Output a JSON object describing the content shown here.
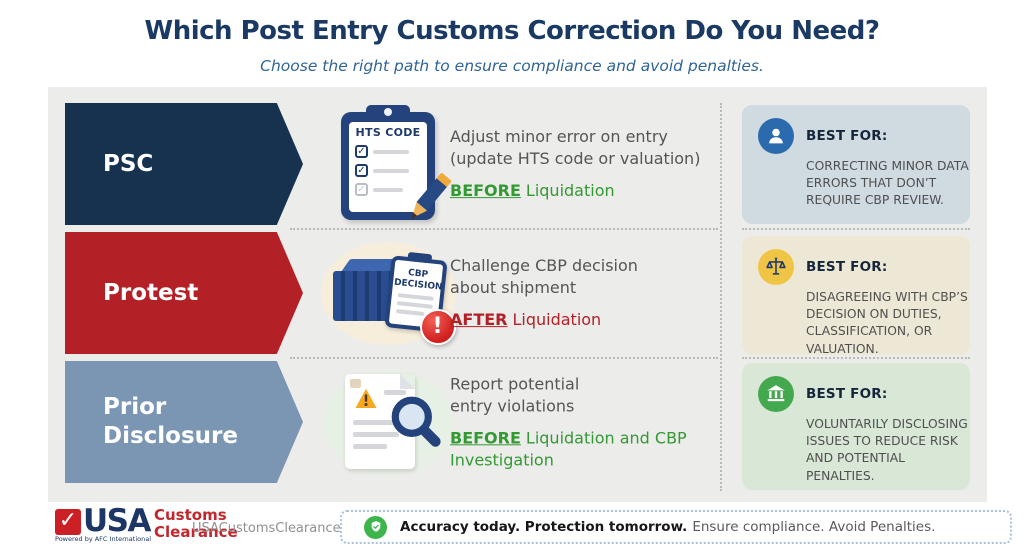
{
  "header": {
    "title": "Which Post Entry Customs Correction Do You Need?",
    "subtitle": "Choose the right path to ensure compliance and avoid penalties."
  },
  "colors": {
    "title_navy": "#1a3a63",
    "subtitle_blue": "#2f6496",
    "panel_gray": "#ececeb",
    "green_text": "#339933",
    "red_text": "#b32025"
  },
  "rows": [
    {
      "label": "PSC",
      "arrow_color": "#16324e",
      "icon": "clipboard-checklist-icon",
      "icon_label": "HTS CODE",
      "desc1": "Adjust minor error on entry",
      "desc2": "(update HTS code or valuation)",
      "timing_bold": "BEFORE",
      "timing_rest": "Liquidation",
      "timing_color": "#339933",
      "best_for": {
        "heading": "BEST FOR:",
        "icon": "user-icon",
        "icon_bg": "#2b6aad",
        "box_bg": "#cfdae1",
        "text": "CORRECTING MINOR DATA ERRORS THAT DON’T REQUIRE CBP REVIEW."
      }
    },
    {
      "label": "Protest",
      "arrow_color": "#b32025",
      "icon": "shipping-container-decision-icon",
      "icon_label": "CBP DECISION",
      "desc1": "Challenge CBP decision",
      "desc2": "about shipment",
      "timing_bold": "AFTER",
      "timing_rest": "Liquidation",
      "timing_color": "#b32025",
      "best_for": {
        "heading": "BEST FOR:",
        "icon": "scales-icon",
        "icon_bg": "#f0c445",
        "box_bg": "#ede8d6",
        "text": "DISAGREEING WITH CBP’S DECISION ON DUTIES, CLASSIFICATION, OR VALUATION."
      }
    },
    {
      "label": "Prior Disclosure",
      "arrow_color": "#7b96b2",
      "icon": "document-warning-magnifier-icon",
      "desc1": "Report potential",
      "desc2": "entry violations",
      "timing_bold": "BEFORE",
      "timing_rest": "Liquidation and CBP Investigation",
      "timing_color": "#339933",
      "best_for": {
        "heading": "BEST FOR:",
        "icon": "bank-icon",
        "icon_bg": "#44a84f",
        "box_bg": "#d8e7d6",
        "text": "VOLUNTARILY DISCLOSING ISSUES TO REDUCE RISK AND POTENTIAL PENALTIES."
      }
    }
  ],
  "footer": {
    "logo": {
      "check_icon": "checkmark-icon",
      "usa": "USA",
      "customs": "Customs",
      "clearance": "Clearance",
      "tagline": "Powered by AFC International"
    },
    "url": "USACustomsClearance.com",
    "banner": {
      "icon": "shield-check-icon",
      "bold_text": "Accuracy today. Protection tomorrow.",
      "normal_text": "Ensure compliance. Avoid Penalties."
    }
  }
}
